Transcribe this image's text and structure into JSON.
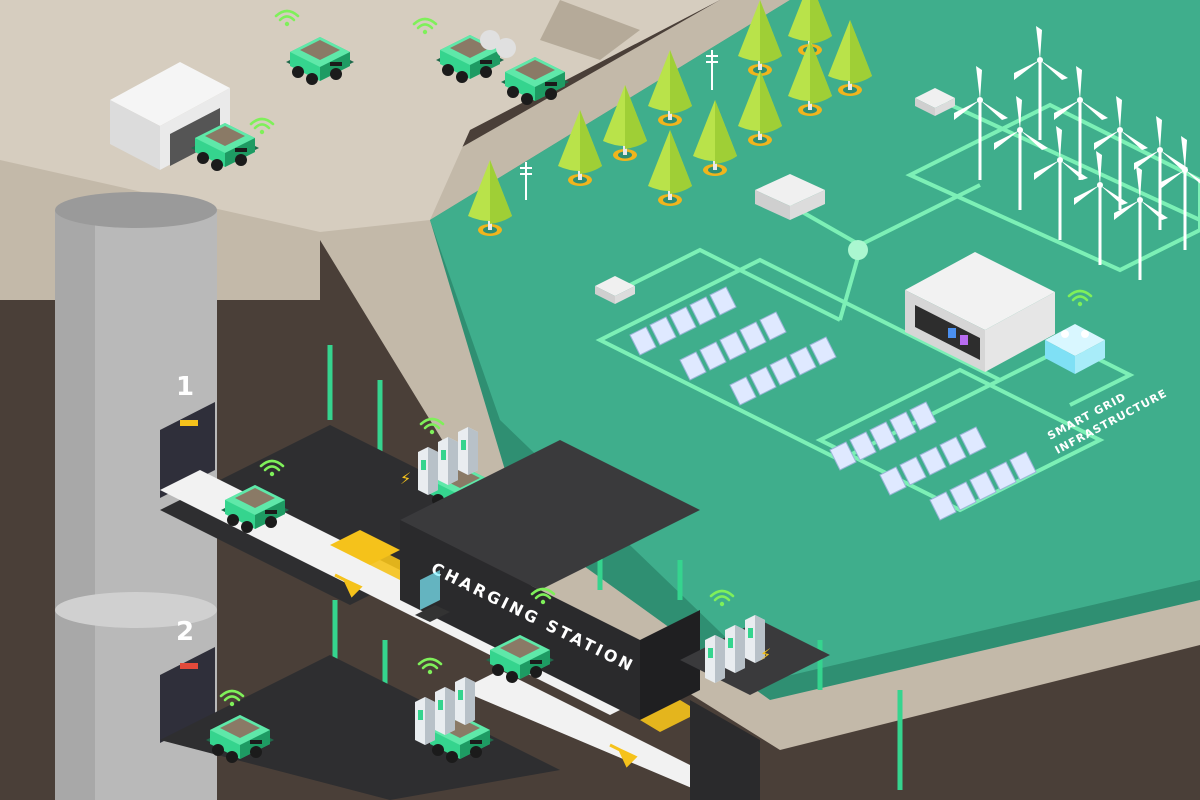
{
  "levels": [
    {
      "number": "1"
    },
    {
      "number": "2"
    }
  ],
  "charging_station": {
    "label": "CHARGING STATION"
  },
  "smart_grid": {
    "line1": "SMART GRID",
    "line2": "INFRASTRUCTURE"
  },
  "colors": {
    "ground_surface": "#d6cdbf",
    "ground_side": "#c3b9a9",
    "grass_top": "#3fae8c",
    "grass_side": "#2f8f72",
    "grid_line": "#7cf0b6",
    "vehicle": "#35d48e",
    "tree": "#b9e34a",
    "earth": "#4a3f38",
    "shaft": "#bdbdbd",
    "accent_yellow": "#f5c21b",
    "dark_box": "#2e2e30"
  },
  "icons": [
    "wifi-icon",
    "lightning-icon",
    "arrow-icon",
    "mining-truck-icon",
    "loader-icon",
    "wind-turbine-icon",
    "solar-panel-icon",
    "tree-icon",
    "power-pole-icon",
    "charger-icon",
    "server-building-icon",
    "battery-icon",
    "elevator-door-icon",
    "tunnel-entrance-icon"
  ]
}
